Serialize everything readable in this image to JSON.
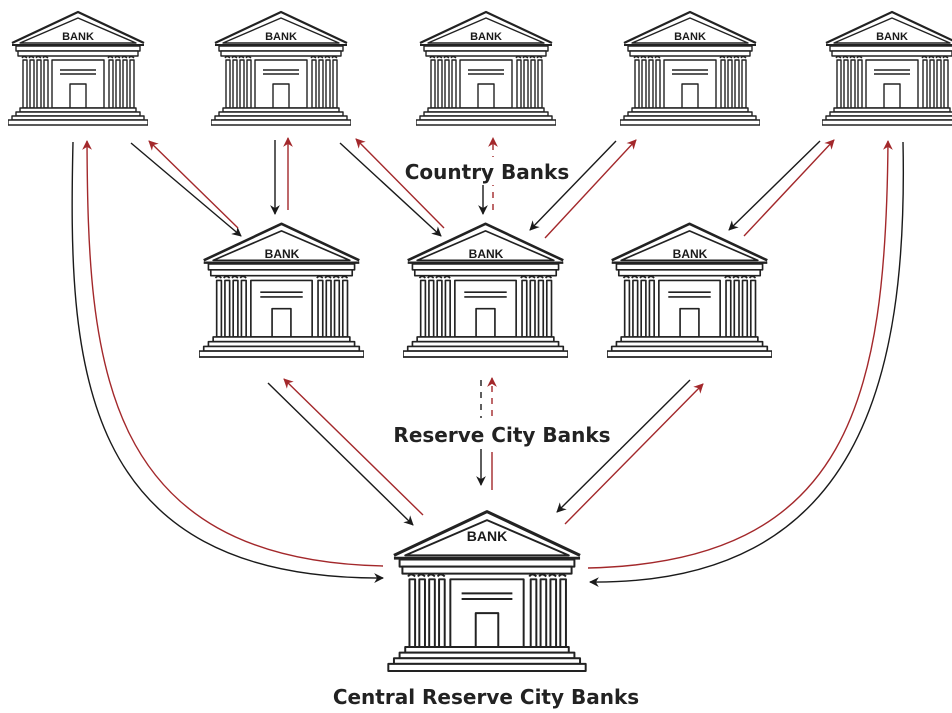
{
  "diagram": {
    "bank_sign": "BANK",
    "tiers": {
      "country": "Country Banks",
      "reserve_city": "Reserve City Banks",
      "central_reserve_city": "Central Reserve City Banks"
    },
    "colors": {
      "outline": "#222222",
      "down_arrow": "#1a1a1a",
      "up_arrow": "#a3282b",
      "background": "#ffffff"
    }
  }
}
